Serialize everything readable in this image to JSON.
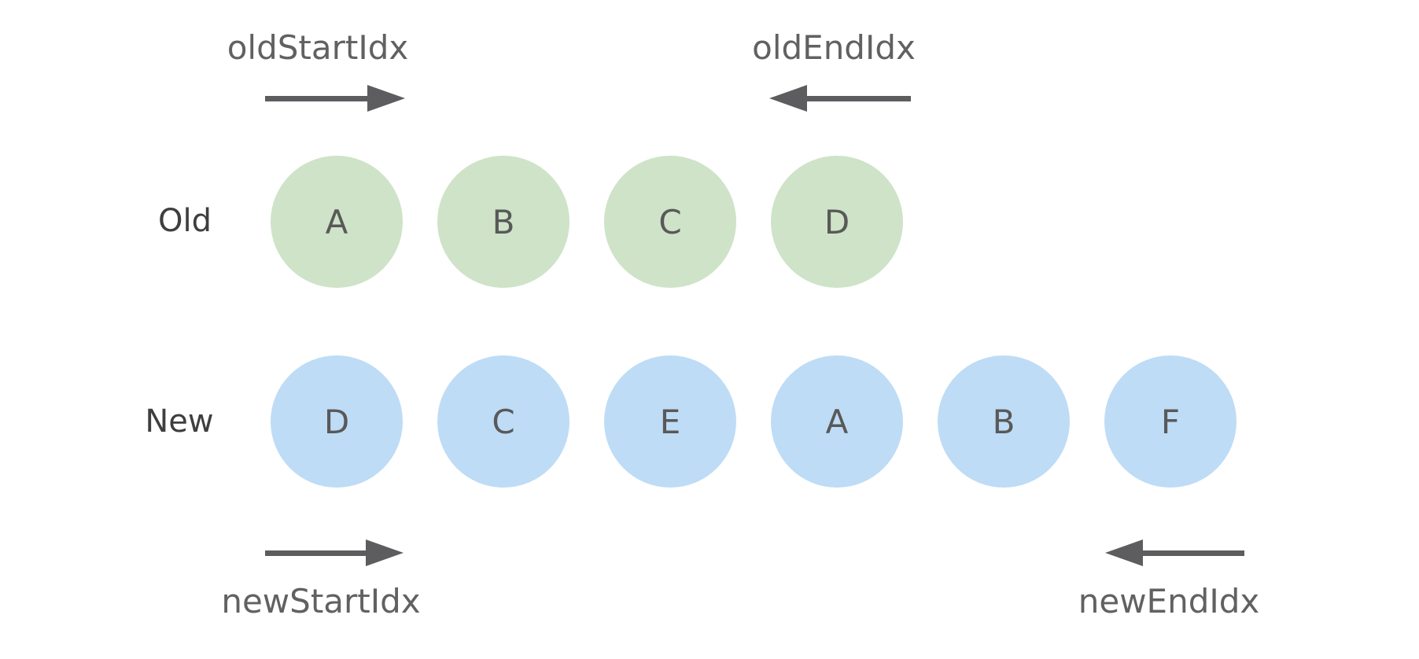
{
  "diagram": {
    "rows": [
      {
        "id": "old",
        "label": "Old",
        "node_color": "#cee3c8",
        "items": [
          "A",
          "B",
          "C",
          "D"
        ]
      },
      {
        "id": "new",
        "label": "New",
        "node_color": "#bedcf5",
        "items": [
          "D",
          "C",
          "E",
          "A",
          "B",
          "F"
        ]
      }
    ],
    "pointers": {
      "old_start": {
        "label": "oldStartIdx",
        "direction": "right"
      },
      "old_end": {
        "label": "oldEndIdx",
        "direction": "left"
      },
      "new_start": {
        "label": "newStartIdx",
        "direction": "right"
      },
      "new_end": {
        "label": "newEndIdx",
        "direction": "left"
      }
    },
    "colors": {
      "old_node": "#cee3c8",
      "new_node": "#bedcf5",
      "arrow": "#5d5d5f",
      "pointer_label": "#616161",
      "row_label": "#3e3e3e",
      "node_letter": "#595959"
    }
  }
}
